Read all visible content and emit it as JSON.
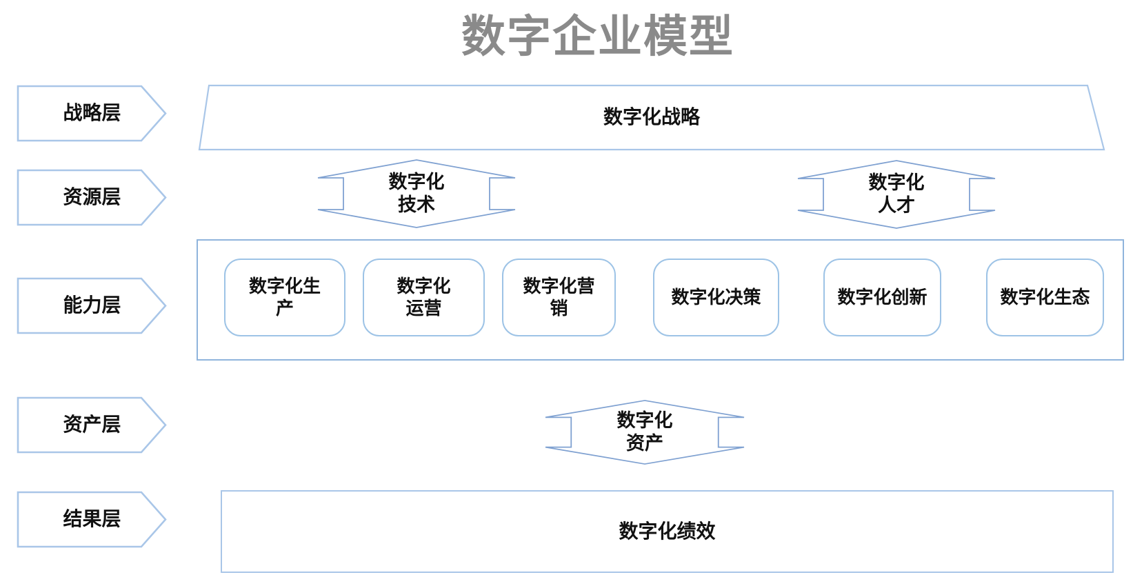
{
  "title": "数字企业模型",
  "colors": {
    "title_gray": "#8a8a8a",
    "border_light": "#a9c6e8",
    "border_mid": "#7fa1d1",
    "border_rect": "#8fb4dc",
    "border_box": "#9dc3e6",
    "text": "#111111"
  },
  "layers": [
    {
      "label": "战略层"
    },
    {
      "label": "资源层"
    },
    {
      "label": "能力层"
    },
    {
      "label": "资产层"
    },
    {
      "label": "结果层"
    }
  ],
  "strategy_band": {
    "label": "数字化战略"
  },
  "resource_shapes": [
    {
      "label": "数字化\n技术"
    },
    {
      "label": "数字化\n人才"
    }
  ],
  "capability_boxes": [
    {
      "label": "数字化生\n产"
    },
    {
      "label": "数字化\n运营"
    },
    {
      "label": "数字化营\n销"
    },
    {
      "label": "数字化决策"
    },
    {
      "label": "数字化创新"
    },
    {
      "label": "数字化生态"
    }
  ],
  "asset_shape": {
    "label": "数字化\n资产"
  },
  "result_band": {
    "label": "数字化绩效"
  }
}
